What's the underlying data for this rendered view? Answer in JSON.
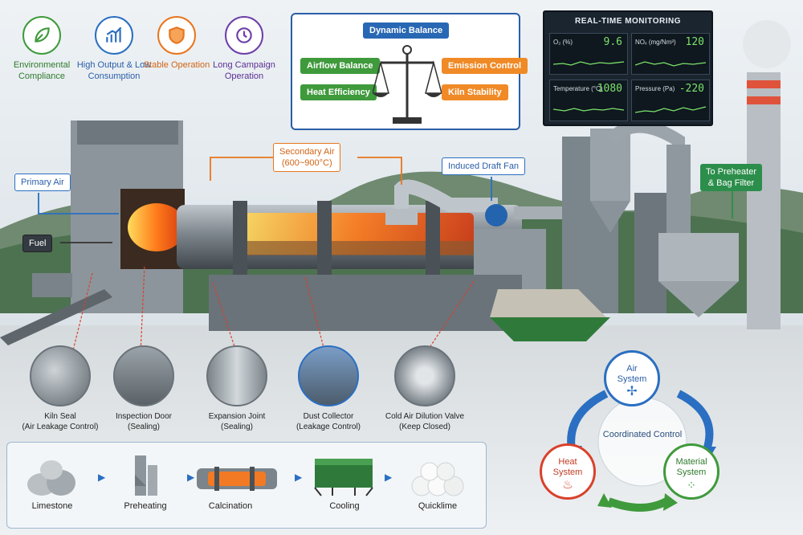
{
  "features": [
    {
      "label": "Environmental Compliance",
      "color": "#3f9a3c",
      "icon": "leaf-icon"
    },
    {
      "label": "High Output & Low Consumption",
      "color": "#2a6fc2",
      "icon": "growth-chart-icon"
    },
    {
      "label": "Stable Operation",
      "color": "#e8761e",
      "icon": "shield-icon"
    },
    {
      "label": "Long Campaign Operation",
      "color": "#6d3fa8",
      "icon": "clock-cycle-icon"
    }
  ],
  "balance": {
    "title": "Dynamic Balance",
    "left": [
      "Airflow Balance",
      "Heat Efficiency"
    ],
    "right": [
      "Emission Control",
      "Kiln Stability"
    ],
    "icon": "scale-icon"
  },
  "monitoring": {
    "title": "REAL-TIME MONITORING",
    "cells": [
      {
        "label": "O₂ (%)",
        "value": "9.6"
      },
      {
        "label": "NOₓ (mg/Nm³)",
        "value": "120"
      },
      {
        "label": "Temperature (°C)",
        "value": "1080"
      },
      {
        "label": "Pressure (Pa)",
        "value": "-220"
      }
    ]
  },
  "callouts": {
    "primary_air": "Primary Air",
    "secondary_air": "Secondary Air",
    "secondary_air_range": "(600~900°C)",
    "induced_fan": "Induced Draft Fan",
    "fuel": "Fuel",
    "to_preheater": "To Preheater",
    "to_bag": "& Bag Filter"
  },
  "details": [
    {
      "title": "Kiln Seal",
      "sub": "(Air Leakage Control)"
    },
    {
      "title": "Inspection Door",
      "sub": "(Sealing)"
    },
    {
      "title": "Expansion Joint",
      "sub": "(Sealing)"
    },
    {
      "title": "Dust Collector",
      "sub": "(Leakage Control)"
    },
    {
      "title": "Cold Air Dilution Valve",
      "sub": "(Keep Closed)"
    }
  ],
  "process": [
    "Limestone",
    "Preheating",
    "Calcination",
    "Cooling",
    "Quicklime"
  ],
  "coordination": {
    "center": "Coordinated Control",
    "air_top": "Air",
    "air_bottom": "System",
    "heat_top": "Heat",
    "heat_bottom": "System",
    "mat_top": "Material",
    "mat_bottom": "System"
  },
  "colors": {
    "blue": "#2a6fc2",
    "orange": "#e8761e",
    "green": "#3f9a3c",
    "red": "#d9412b"
  }
}
